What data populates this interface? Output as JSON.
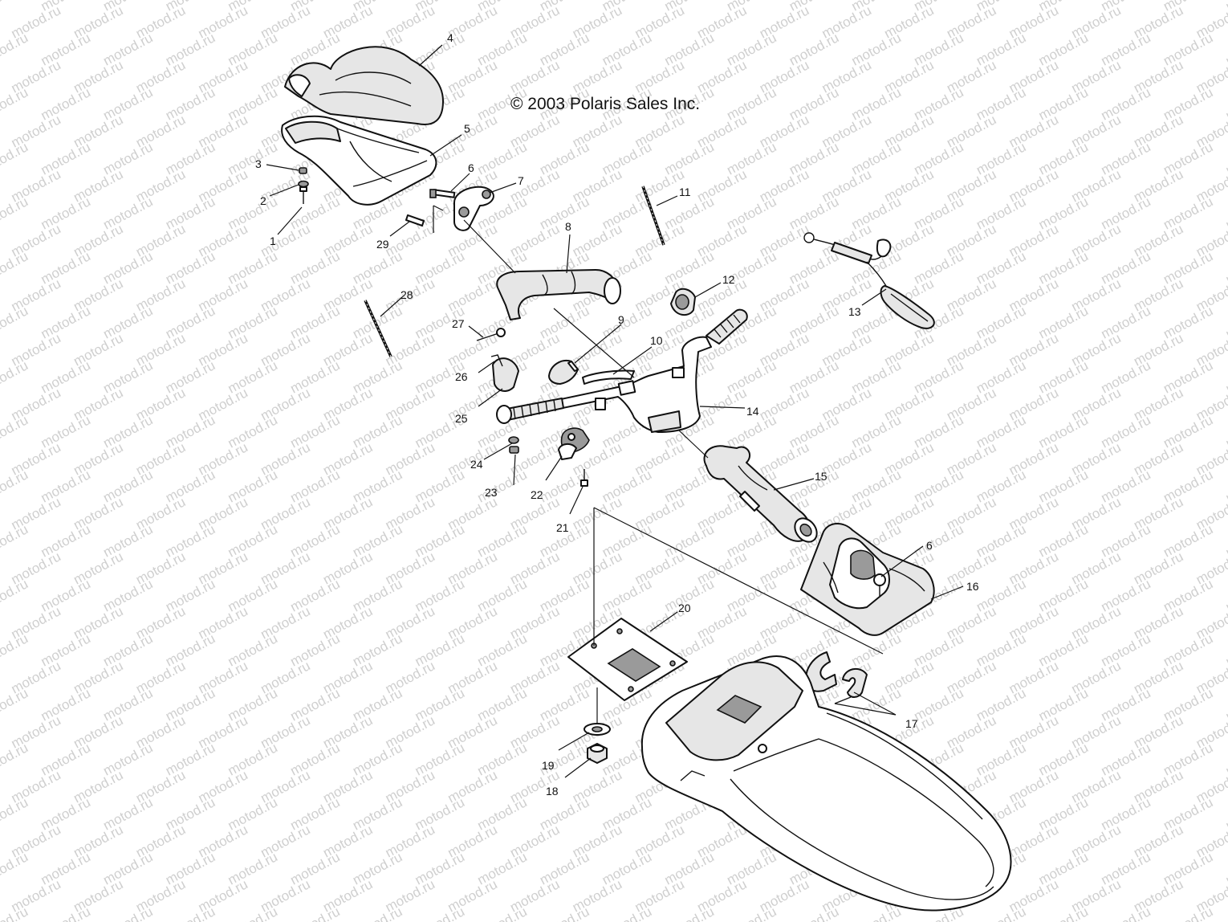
{
  "copyright": "© 2003 Polaris Sales Inc.",
  "watermark": "motod.ru",
  "callouts": [
    {
      "id": "c1",
      "label": "1"
    },
    {
      "id": "c2",
      "label": "2"
    },
    {
      "id": "c3",
      "label": "3"
    },
    {
      "id": "c4",
      "label": "4"
    },
    {
      "id": "c5",
      "label": "5"
    },
    {
      "id": "c6a",
      "label": "6"
    },
    {
      "id": "c6b",
      "label": "6"
    },
    {
      "id": "c7",
      "label": "7"
    },
    {
      "id": "c8",
      "label": "8"
    },
    {
      "id": "c9",
      "label": "9"
    },
    {
      "id": "c10",
      "label": "10"
    },
    {
      "id": "c11",
      "label": "11"
    },
    {
      "id": "c12",
      "label": "12"
    },
    {
      "id": "c13",
      "label": "13"
    },
    {
      "id": "c14",
      "label": "14"
    },
    {
      "id": "c15",
      "label": "15"
    },
    {
      "id": "c16",
      "label": "16"
    },
    {
      "id": "c17",
      "label": "17"
    },
    {
      "id": "c18",
      "label": "18"
    },
    {
      "id": "c19",
      "label": "19"
    },
    {
      "id": "c20",
      "label": "20"
    },
    {
      "id": "c21",
      "label": "21"
    },
    {
      "id": "c22",
      "label": "22"
    },
    {
      "id": "c23",
      "label": "23"
    },
    {
      "id": "c24",
      "label": "24"
    },
    {
      "id": "c25",
      "label": "25"
    },
    {
      "id": "c26",
      "label": "26"
    },
    {
      "id": "c27",
      "label": "27"
    },
    {
      "id": "c28",
      "label": "28"
    },
    {
      "id": "c29",
      "label": "29"
    }
  ]
}
